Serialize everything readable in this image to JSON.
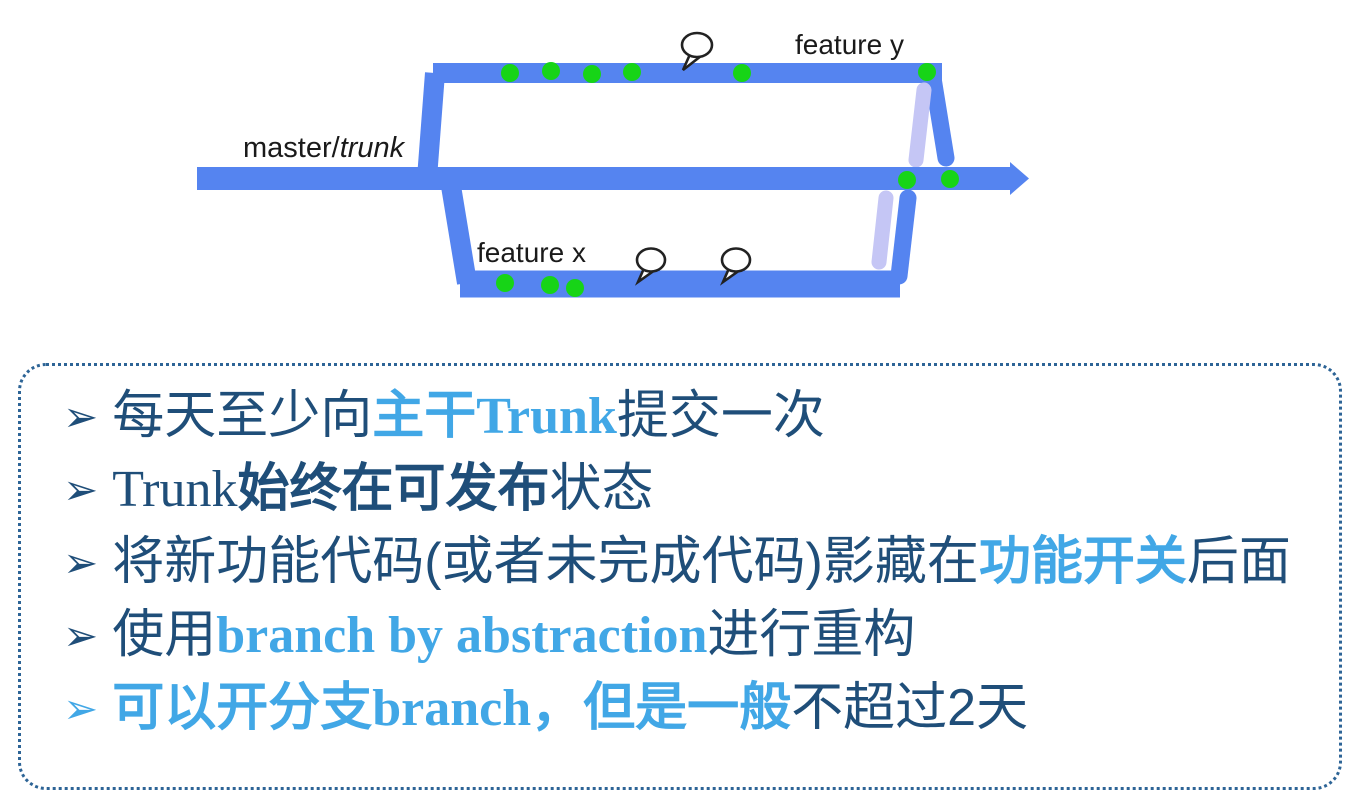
{
  "diagram": {
    "labels": {
      "master_prefix": "master/",
      "master_italic": "trunk",
      "feature_y": "feature y",
      "feature_x": "feature x"
    },
    "colors": {
      "branch_blue": "#5584F0",
      "merge_lavender": "#C5C6F5",
      "commit_green": "#17D417",
      "label_text": "#1A1A1A",
      "bubble_outline": "#222222"
    }
  },
  "notes": {
    "bullet_char": "➢",
    "colors": {
      "dark_text": "#1F4E79",
      "accent_text": "#41A7E6",
      "border": "#2D6496"
    },
    "items": [
      {
        "bullet": "dark",
        "segments": [
          {
            "text": "每天至少向",
            "style": "dark"
          },
          {
            "text": "主干",
            "style": "accent-cjk"
          },
          {
            "text": "Trunk",
            "style": "accent-serif"
          },
          {
            "text": "提交一次",
            "style": "dark"
          }
        ]
      },
      {
        "bullet": "dark",
        "segments": [
          {
            "text": "Trunk",
            "style": "dark-serif"
          },
          {
            "text": "始终在可发布",
            "style": "dark-bold"
          },
          {
            "text": "状态",
            "style": "dark"
          }
        ]
      },
      {
        "bullet": "dark",
        "segments": [
          {
            "text": "将新功能代码(或者未完成代码)影藏在",
            "style": "dark"
          },
          {
            "text": "功能开关",
            "style": "accent-cjk"
          },
          {
            "text": "后面",
            "style": "dark"
          }
        ]
      },
      {
        "bullet": "dark",
        "segments": [
          {
            "text": "使用",
            "style": "dark"
          },
          {
            "text": "branch by abstraction",
            "style": "accent-serif"
          },
          {
            "text": "进行重构",
            "style": "dark"
          }
        ]
      },
      {
        "bullet": "accent",
        "segments": [
          {
            "text": "可以开分支",
            "style": "accent-cjk"
          },
          {
            "text": "branch",
            "style": "accent-serif"
          },
          {
            "text": "，但是一般",
            "style": "accent-cjk"
          },
          {
            "text": "不超过2天",
            "style": "dark"
          }
        ]
      }
    ]
  }
}
